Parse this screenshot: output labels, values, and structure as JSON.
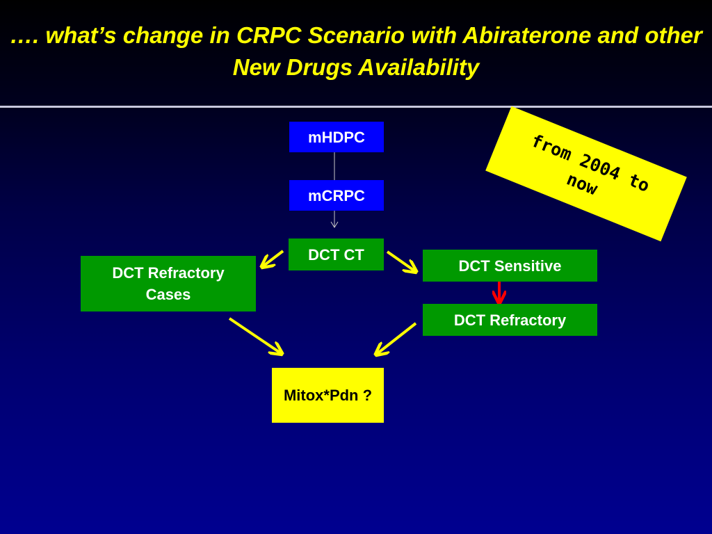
{
  "title": "…. what’s change in CRPC Scenario with Abiraterone and other New Drugs Availability",
  "boxes": {
    "mhdpc": "mHDPC",
    "mcrpc": "mCRPC",
    "dct_ct": "DCT CT",
    "dct_refractory_cases": "DCT Refractory Cases",
    "dct_sensitive": "DCT Sensitive",
    "dct_refractory": "DCT Refractory",
    "mitox_pdn": "Mitox*Pdn ?"
  },
  "note": "from 2004 to now",
  "colors": {
    "stage_box": "#0000ff",
    "state_box": "#009900",
    "treatment_box": "#ffff00",
    "arrow_yellow": "#ffff00",
    "arrow_red": "#ff0000",
    "title_text": "#ffff00"
  }
}
